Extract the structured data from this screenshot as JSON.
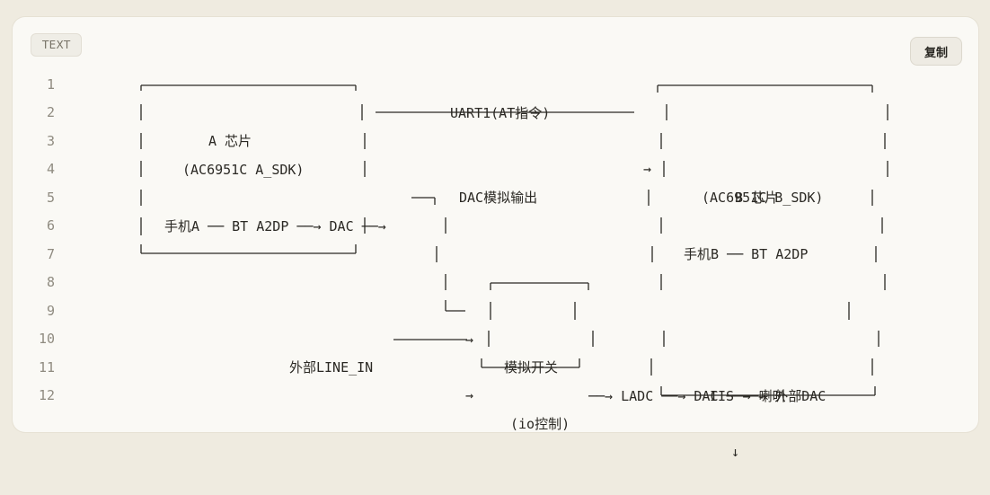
{
  "code_block": {
    "language_label": "TEXT",
    "copy_button_label": "复制",
    "lines": [
      {
        "number": "1",
        "segments": [
          {
            "text": "UART1(AT指令)"
          }
        ]
      },
      {
        "number": "2",
        "segments": [
          {
            "text": "A 芯片"
          },
          {
            "text": "→"
          },
          {
            "text": "B 芯片"
          }
        ]
      },
      {
        "number": "3",
        "segments": [
          {
            "text": "(AC6951C A_SDK)"
          },
          {
            "text": "(AC6951C B_SDK)"
          }
        ]
      },
      {
        "number": "4",
        "segments": [
          {
            "text": "DAC模拟输出"
          }
        ]
      },
      {
        "number": "5",
        "segments": [
          {
            "text": "手机A ── BT A2DP ──→ DAC ──→"
          }
        ]
      },
      {
        "number": "6",
        "segments": [
          {
            "text": "手机B ── BT A2DP"
          }
        ]
      },
      {
        "number": "7",
        "segments": []
      },
      {
        "number": "8",
        "segments": []
      },
      {
        "number": "9",
        "segments": [
          {
            "text": "→"
          },
          {
            "text": "模拟开关"
          },
          {
            "text": "──→ LADC ──→ DAC ──→ 喇叭"
          }
        ]
      },
      {
        "number": "10",
        "segments": [
          {
            "text": "外部LINE_IN"
          },
          {
            "text": "→"
          },
          {
            "text": "(io控制)"
          },
          {
            "text": "↓"
          }
        ]
      },
      {
        "number": "11",
        "segments": [
          {
            "text": "IIS ──→ 外部DAC"
          }
        ]
      },
      {
        "number": "12",
        "segments": []
      }
    ]
  }
}
